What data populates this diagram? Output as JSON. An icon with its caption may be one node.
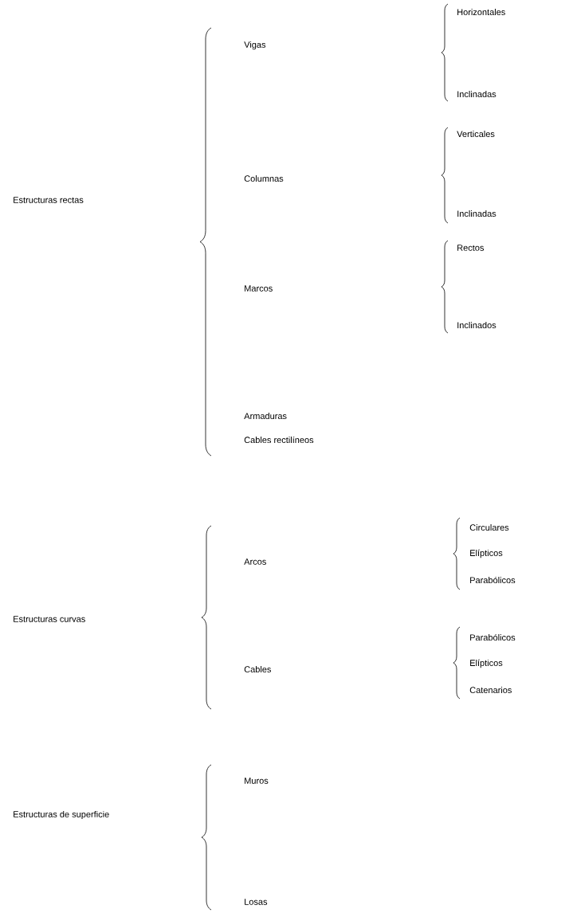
{
  "diagram": {
    "nodes": [
      {
        "text": [
          "Estructuras rectas"
        ]
      },
      {
        "text": [
          "Vigas"
        ]
      },
      {
        "text": [
          "Horizontales"
        ]
      },
      {
        "text": [
          "Inclinadas"
        ]
      },
      {
        "text": [
          "Columnas"
        ]
      },
      {
        "text": [
          "Verticales"
        ]
      },
      {
        "text": [
          "Inclinadas"
        ]
      },
      {
        "text": [
          "Marcos"
        ]
      },
      {
        "text": [
          "Rectos"
        ]
      },
      {
        "text": [
          "Inclinados"
        ]
      },
      {
        "text": [
          "Armaduras"
        ]
      },
      {
        "text": [
          "Cables rectilíneos"
        ]
      },
      {
        "text": [
          "Estructuras curvas"
        ]
      },
      {
        "text": [
          "Arcos"
        ]
      },
      {
        "text": [
          "Circulares"
        ]
      },
      {
        "text": [
          "Elípticos"
        ]
      },
      {
        "text": [
          "Parabólicos"
        ]
      },
      {
        "text": [
          "Cables"
        ]
      },
      {
        "text": [
          "Parabólicos"
        ]
      },
      {
        "text": [
          "Elípticos"
        ]
      },
      {
        "text": [
          "Catenarios"
        ]
      },
      {
        "text": [
          "Estructuras de superficie"
        ]
      },
      {
        "text": [
          "Muros"
        ]
      },
      {
        "text": [
          "Losas"
        ]
      }
    ]
  }
}
